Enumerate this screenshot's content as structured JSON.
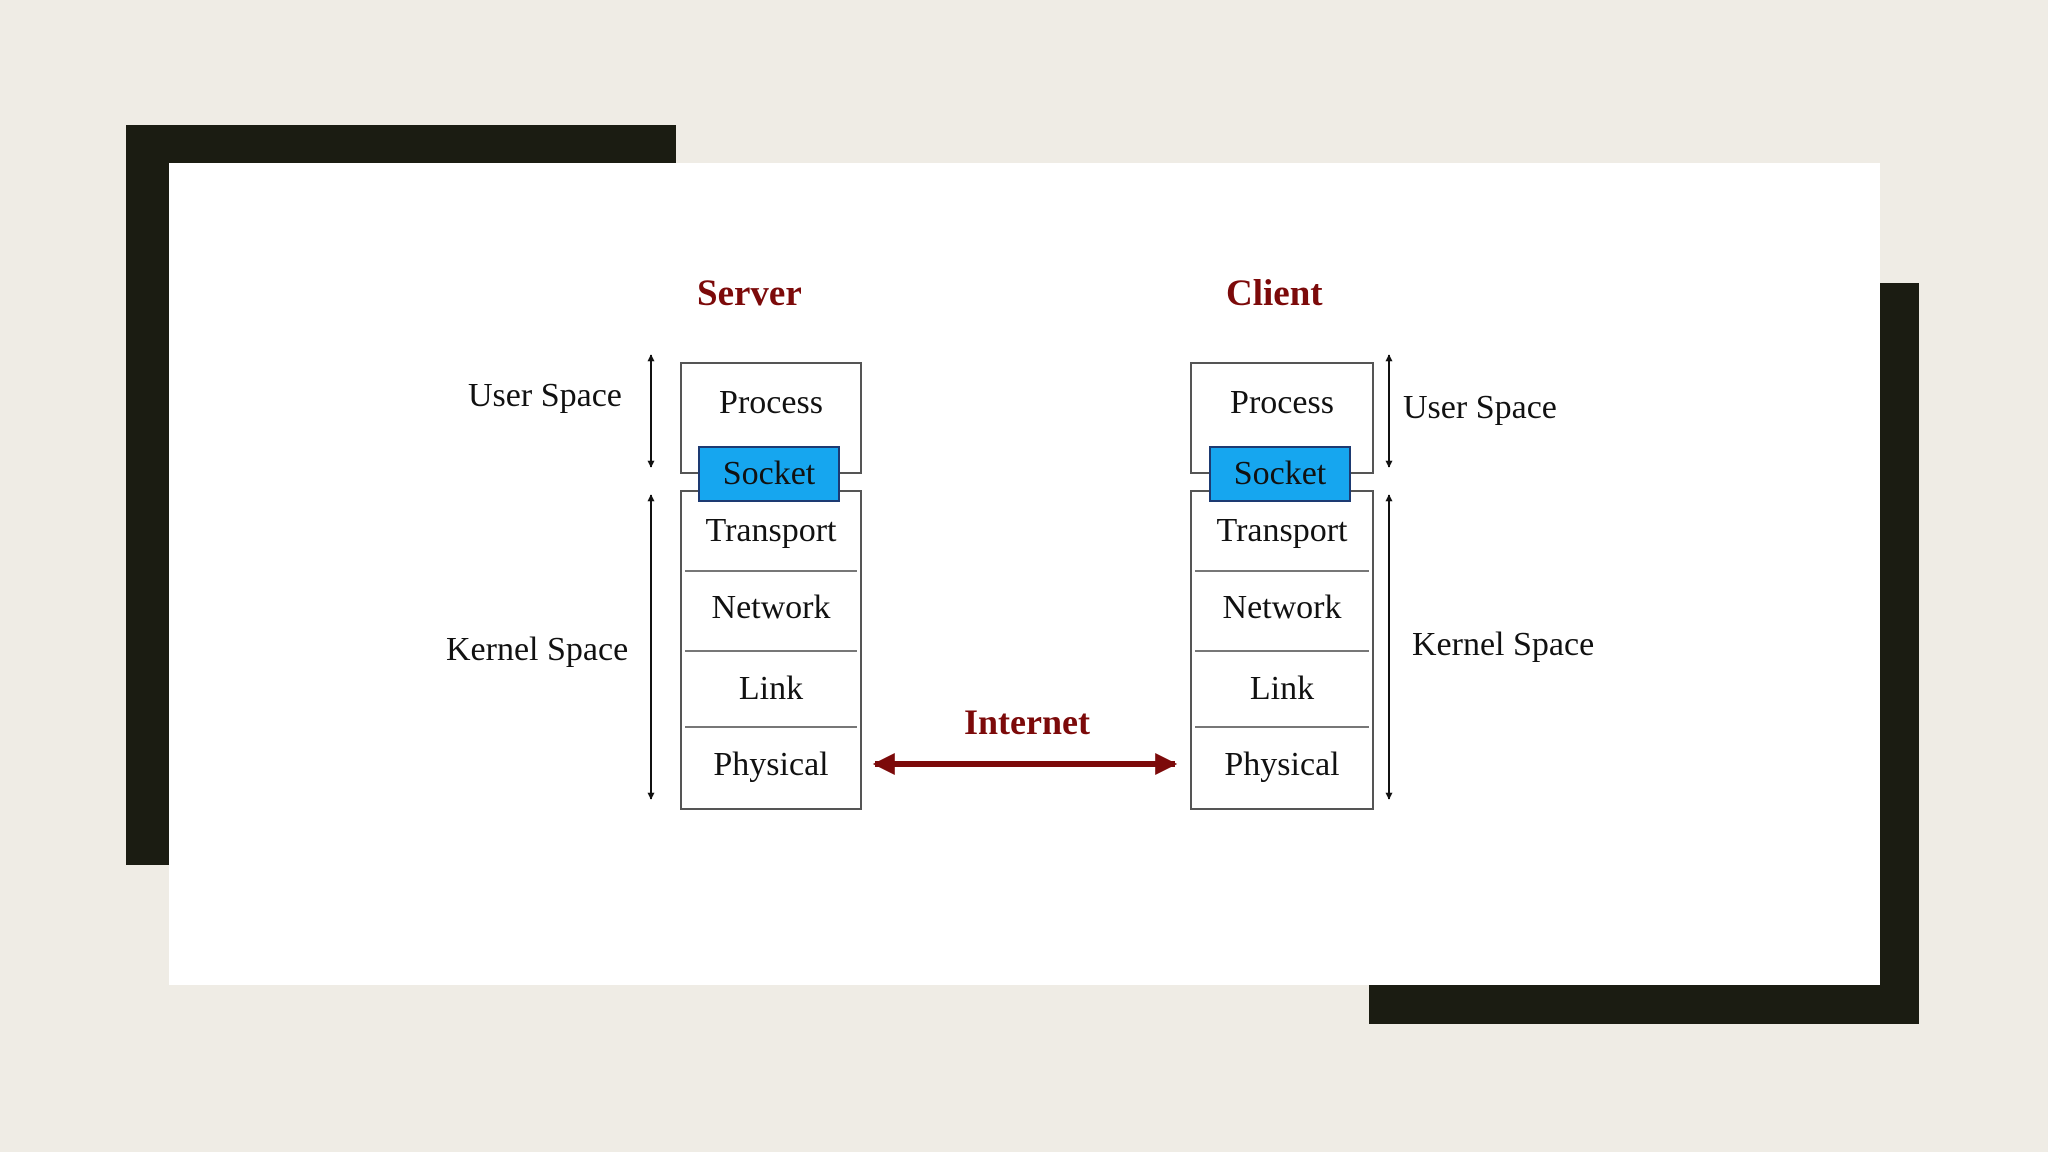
{
  "colors": {
    "background": "#efece5",
    "frame": "#1b1c12",
    "panel": "#ffffff",
    "title": "#7c0a0a",
    "socket": "#16a6ef",
    "internet_arrow": "#7c0a0a"
  },
  "diagram": {
    "server": {
      "title": "Server",
      "user_space_label": "User Space",
      "kernel_space_label": "Kernel Space",
      "layers": {
        "process": "Process",
        "socket": "Socket",
        "transport": "Transport",
        "network": "Network",
        "link": "Link",
        "physical": "Physical"
      }
    },
    "client": {
      "title": "Client",
      "user_space_label": "User Space",
      "kernel_space_label": "Kernel Space",
      "layers": {
        "process": "Process",
        "socket": "Socket",
        "transport": "Transport",
        "network": "Network",
        "link": "Link",
        "physical": "Physical"
      }
    },
    "internet_label": "Internet"
  }
}
